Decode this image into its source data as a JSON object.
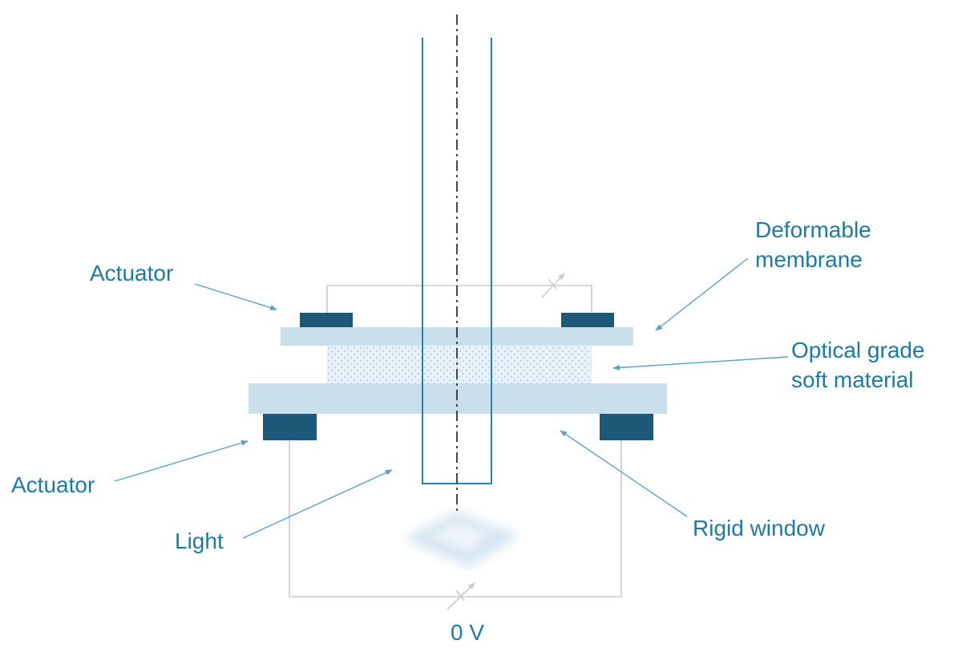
{
  "diagram": {
    "labels": {
      "actuator_top": "Actuator",
      "actuator_bottom": "Actuator",
      "deformable_membrane_line1": "Deformable",
      "deformable_membrane_line2": "membrane",
      "optical_soft_line1": "Optical grade",
      "optical_soft_line2": "soft material",
      "rigid_window": "Rigid window",
      "light": "Light",
      "voltage": "0 V"
    },
    "colors": {
      "label_text": "#1a7ba6",
      "actuator_fill": "#1d5878",
      "plate_fill": "#c9dfec",
      "soft_material_fill": "#e9f2f8",
      "soft_material_dot": "#bdd8e9",
      "beam_stroke": "#2a7fb5",
      "circuit_stroke": "#c9cbcc",
      "arrow_stroke": "#5aa0c8",
      "axis_stroke": "#1a1a1a",
      "light_glow": "#aecde4"
    }
  }
}
